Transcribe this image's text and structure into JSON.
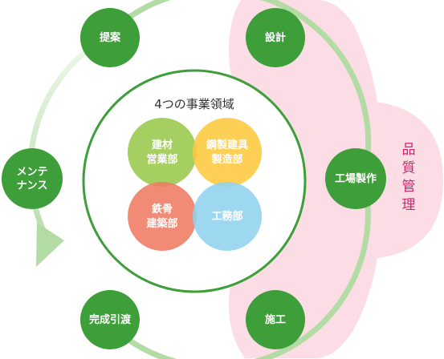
{
  "center_title": "4つの事業領域",
  "divisions": [
    {
      "lines": [
        "建材",
        "営業部"
      ],
      "color": "#98c84a"
    },
    {
      "lines": [
        "鋼製建具",
        "製造部"
      ],
      "color": "#fdc83e"
    },
    {
      "lines": [
        "鉄骨",
        "建築部"
      ],
      "color": "#f07b63"
    },
    {
      "lines": [
        "工務部"
      ],
      "color": "#8fd3ee"
    }
  ],
  "cycle_nodes": [
    {
      "lines": [
        "提案"
      ]
    },
    {
      "lines": [
        "設計"
      ]
    },
    {
      "lines": [
        "工場製作"
      ]
    },
    {
      "lines": [
        "施工"
      ]
    },
    {
      "lines": [
        "完成引渡"
      ]
    },
    {
      "lines": [
        "メンテ",
        "ナンス"
      ]
    }
  ],
  "quality_label": [
    "品",
    "質",
    "管",
    "理"
  ],
  "colors": {
    "node_green": "#3e9e3a",
    "center_ring": "#3e9e3a",
    "cycle_ring": "#b2dca4",
    "cycle_ring_faded": "#e6f3e0",
    "quality_zone": "#fcdde6",
    "quality_text": "#d6226e"
  }
}
